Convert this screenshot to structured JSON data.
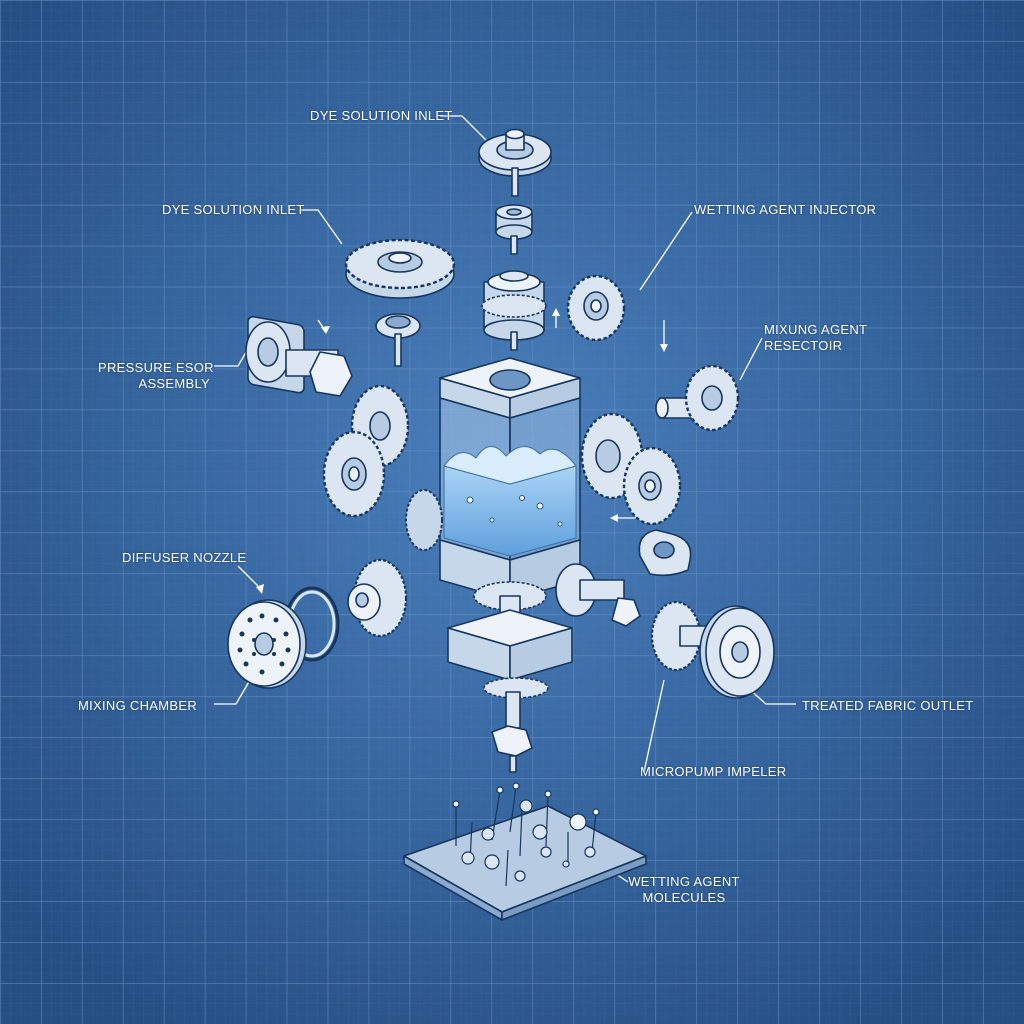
{
  "labels": {
    "dye_inlet_top": "DYE SOLUTION INLET",
    "dye_inlet_left": "DYE SOLUTION INLET",
    "wetting_injector": "WETTING AGENT INJECTOR",
    "mixing_reservoir_l1": "MIXUNG AGENT",
    "mixing_reservoir_l2": "RESECTOIR",
    "pressure_l1": "PRESSURE ESOR",
    "pressure_l2": "ASSEMBLY",
    "diffuser": "DIFFUSER NOZZLE",
    "mixing_chamber": "MIXING CHAMBER",
    "fabric_outlet": "TREATED FABRIC OUTLET",
    "micropump": "MICROPUMP IMPELER",
    "molecules_l1": "WETTING AGENT",
    "molecules_l2": "MOLECULES"
  },
  "colors": {
    "background": "#2d5c95",
    "grid": "#5e88bb",
    "part_fill": "#dbe6f2",
    "part_stroke": "#17365f",
    "liquid": "#7fb6e6",
    "glass": "#a9c9ea"
  }
}
